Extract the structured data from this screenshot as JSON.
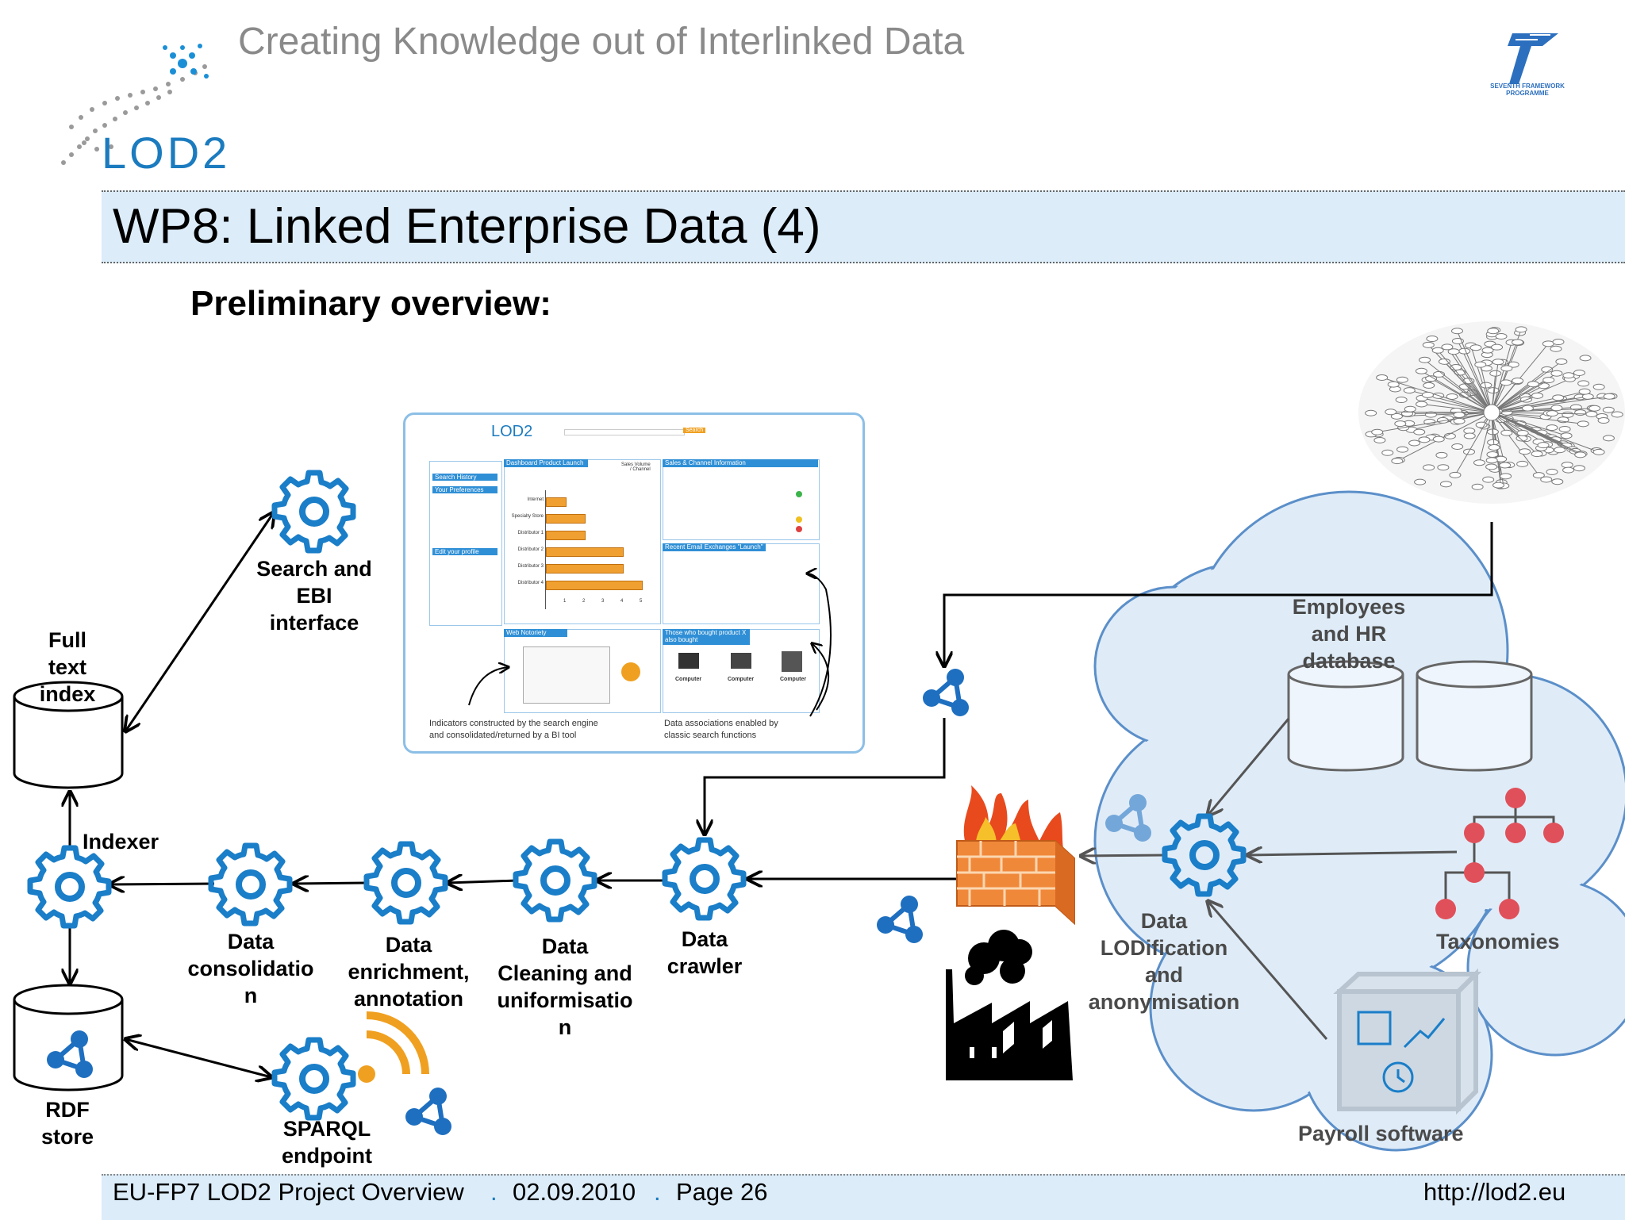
{
  "header": {
    "title": "Creating Knowledge out of Interlinked Data",
    "logo_text": "LOD2",
    "fp7_logo_text": "SEVENTH FRAMEWORK PROGRAMME"
  },
  "slide": {
    "title": "WP8: Linked Enterprise Data (4)",
    "subtitle": "Preliminary overview:"
  },
  "diagram": {
    "full_text_index": [
      "Full",
      "text",
      "index"
    ],
    "rdf_store": [
      "RDF",
      "store"
    ],
    "indexer": "Indexer",
    "search_ebi": [
      "Search and",
      "EBI",
      "interface"
    ],
    "sparql_endpoint": [
      "SPARQL",
      "endpoint"
    ],
    "data_consolidation": [
      "Data",
      "consolidatio",
      "n"
    ],
    "data_enrichment": [
      "Data",
      "enrichment,",
      "annotation"
    ],
    "data_cleaning": [
      "Data",
      "Cleaning and",
      "uniformisatio",
      "n"
    ],
    "data_crawler": [
      "Data",
      "crawler"
    ],
    "employees_hr": [
      "Employees",
      "and HR",
      "database"
    ],
    "data_lodification": [
      "Data",
      "LODification",
      "and",
      "anonymisation"
    ],
    "taxonomies": "Taxonomies",
    "payroll": "Payroll software"
  },
  "screenshot": {
    "logo": "LOD2",
    "search_button": "Search",
    "panel_dashboard": "Dashboard Product Launch",
    "panel_dashboard_sub": [
      "Sales Volume",
      "/ Channel"
    ],
    "panel_sales": "Sales & Channel Information",
    "panel_recent": "Recent Email Exchanges \"Launch\"",
    "panel_web": "Web Notoriety",
    "panel_those": "Those who bought product X also bought",
    "bar_labels": [
      "Internet",
      "Specialty Store",
      "Distributor 1",
      "Distributor 2",
      "Distributor 3",
      "Distributor 4"
    ],
    "bar_values": [
      1,
      2,
      2,
      4,
      4,
      5
    ],
    "axis_ticks": [
      "1",
      "2",
      "3",
      "4",
      "5"
    ],
    "sidebar_buttons": [
      "Search History",
      "Your Preferences",
      "Edit your profile"
    ],
    "products": [
      "Computer",
      "Computer",
      "Computer"
    ],
    "caption_left": [
      "Indicators constructed by the search engine",
      "and consolidated/returned by a BI tool"
    ],
    "caption_right": [
      "Data associations enabled by",
      "classic search functions"
    ]
  },
  "footer": {
    "project": "EU-FP7 LOD2 Project Overview",
    "separator": ".",
    "date": "02.09.2010",
    "page": "Page 26",
    "url": "http://lod2.eu"
  },
  "colors": {
    "accent_blue": "#1b7bbf",
    "gear_blue": "#1a7ec8",
    "cloud_fill": "#dfecf8",
    "cloud_stroke": "#5b8fc9",
    "taxonomy_red": "#e0505a",
    "band_fill": "#dcecf9",
    "firewall_orange": "#f0883a",
    "rss_orange": "#f0a020"
  }
}
